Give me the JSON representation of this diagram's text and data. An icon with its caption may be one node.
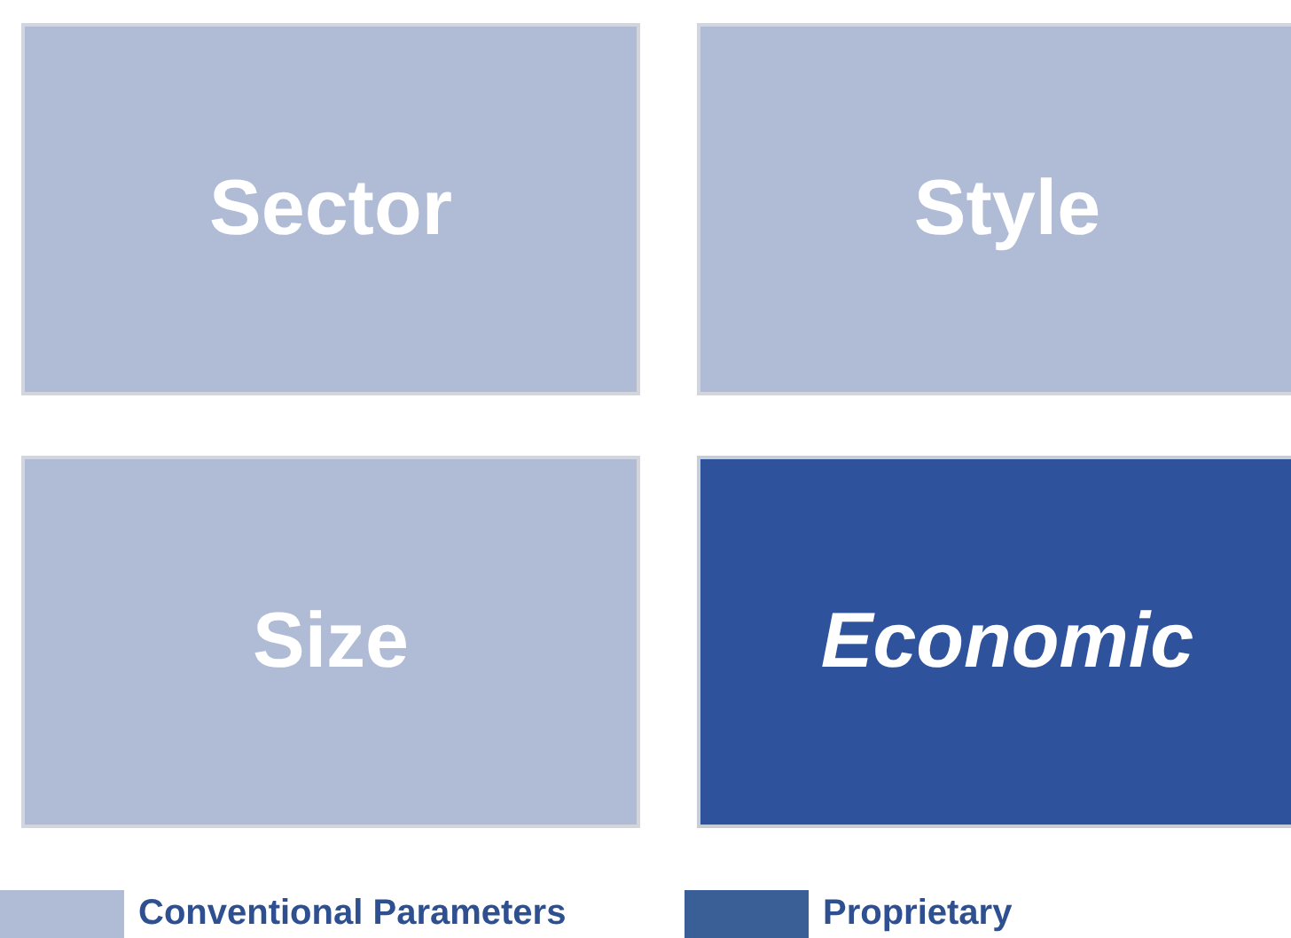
{
  "diagram": {
    "nodes": [
      {
        "text": [
          "Sector"
        ]
      },
      {
        "text": [
          "Style"
        ]
      },
      {
        "text": [
          "Size"
        ]
      },
      {
        "text": [
          "Economic"
        ]
      }
    ],
    "legend": [
      {
        "text": "Conventional Parameters",
        "color": "#b0bcd6"
      },
      {
        "text": "Proprietary",
        "color": "#3a5e96"
      }
    ]
  }
}
